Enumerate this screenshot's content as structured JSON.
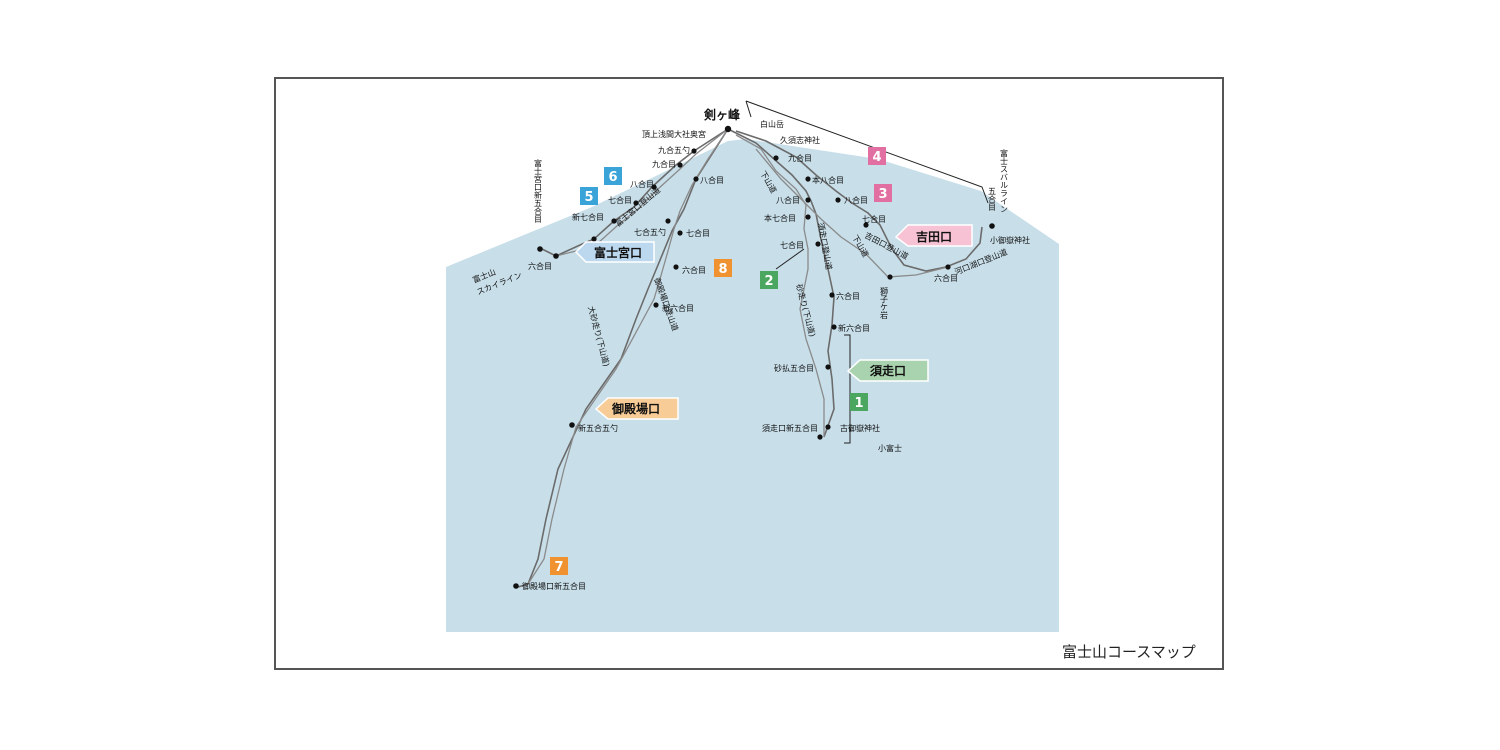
{
  "map_title": "富士山コースマップ",
  "colors": {
    "mountain": "#c8dfea",
    "subashiri": "#a9d3ae",
    "subashiri_num": "#4ba75f",
    "fujinomiya": "#bcd8ef",
    "fujinomiya_num": "#3aa3d8",
    "yoshida": "#f7c2d3",
    "yoshida_num": "#e26fa2",
    "gotemba": "#f8cc96",
    "gotemba_num": "#f19230",
    "route": "#6b6b6b"
  },
  "summit": {
    "peak_name": "剣ヶ峰",
    "hakusan": "白山岳",
    "kusushi": "久須志神社",
    "okumiya": "頂上浅間大社奥宮"
  },
  "trailheads": {
    "fujinomiya": "富士宮口",
    "yoshida": "吉田口",
    "subashiri": "須走口",
    "gotemba": "御殿場口"
  },
  "route_numbers": {
    "r1": "1",
    "r2": "2",
    "r3": "3",
    "r4": "4",
    "r5": "5",
    "r6": "6",
    "r7": "7",
    "r8": "8"
  },
  "stations": {
    "fj_kyugo_goshaku": "九合五勺",
    "fj_kyugo": "九合目",
    "fj_hachigo": "八合目",
    "fj_nanago": "七合目",
    "fj_shin_nanago": "新七合目",
    "fj_rokugo": "六合目",
    "fj_fifth": "富士宮口新五合目",
    "fj_skyline": "富士山\nスカイライン",
    "fj_trail_label": "富士宮口登山道",
    "gt_hachigo": "八合目",
    "gt_nanago_goshaku": "七合五勺",
    "gt_nanago": "七合目",
    "gt_rokugo": "六合目",
    "gt_shin_rokugo": "新六合目",
    "gt_shin_gogo_goshaku": "新五合五勺",
    "gt_fifth": "御殿場口新五合目",
    "gt_osunabashiri": "大砂走り(下山道)",
    "gt_trail_label": "御殿場口登山道",
    "ss_kyugo": "九合目",
    "ss_hon_hachigo": "本八合目",
    "ss_hachigo": "八合目",
    "ss_hon_nanago": "本七合目",
    "ss_nanago": "七合目",
    "ss_rokugo": "六合目",
    "ss_shin_rokugo": "新六合目",
    "ss_sunabarai": "砂払五合目",
    "ss_fifth": "須走口新五合目",
    "ss_komitake": "古御嶽神社",
    "ss_kofuji": "小富士",
    "ss_gezando": "下山道",
    "ss_trail_label": "須走口登山道",
    "ss_sunabashiri": "砂走り(下山道)",
    "ys_hachigo": "八合目",
    "ys_nanago": "七合目",
    "ys_rokugo": "六合目",
    "ys_trail_label": "吉田口登山道",
    "ys_gezando": "下山道",
    "ys_shishi": "獅子ケ岩",
    "ys_kawaguchiko": "河口湖口登山道",
    "ys_komitake": "小御嶽神社",
    "ys_subaru": "富士スバルライン\n五合目"
  }
}
